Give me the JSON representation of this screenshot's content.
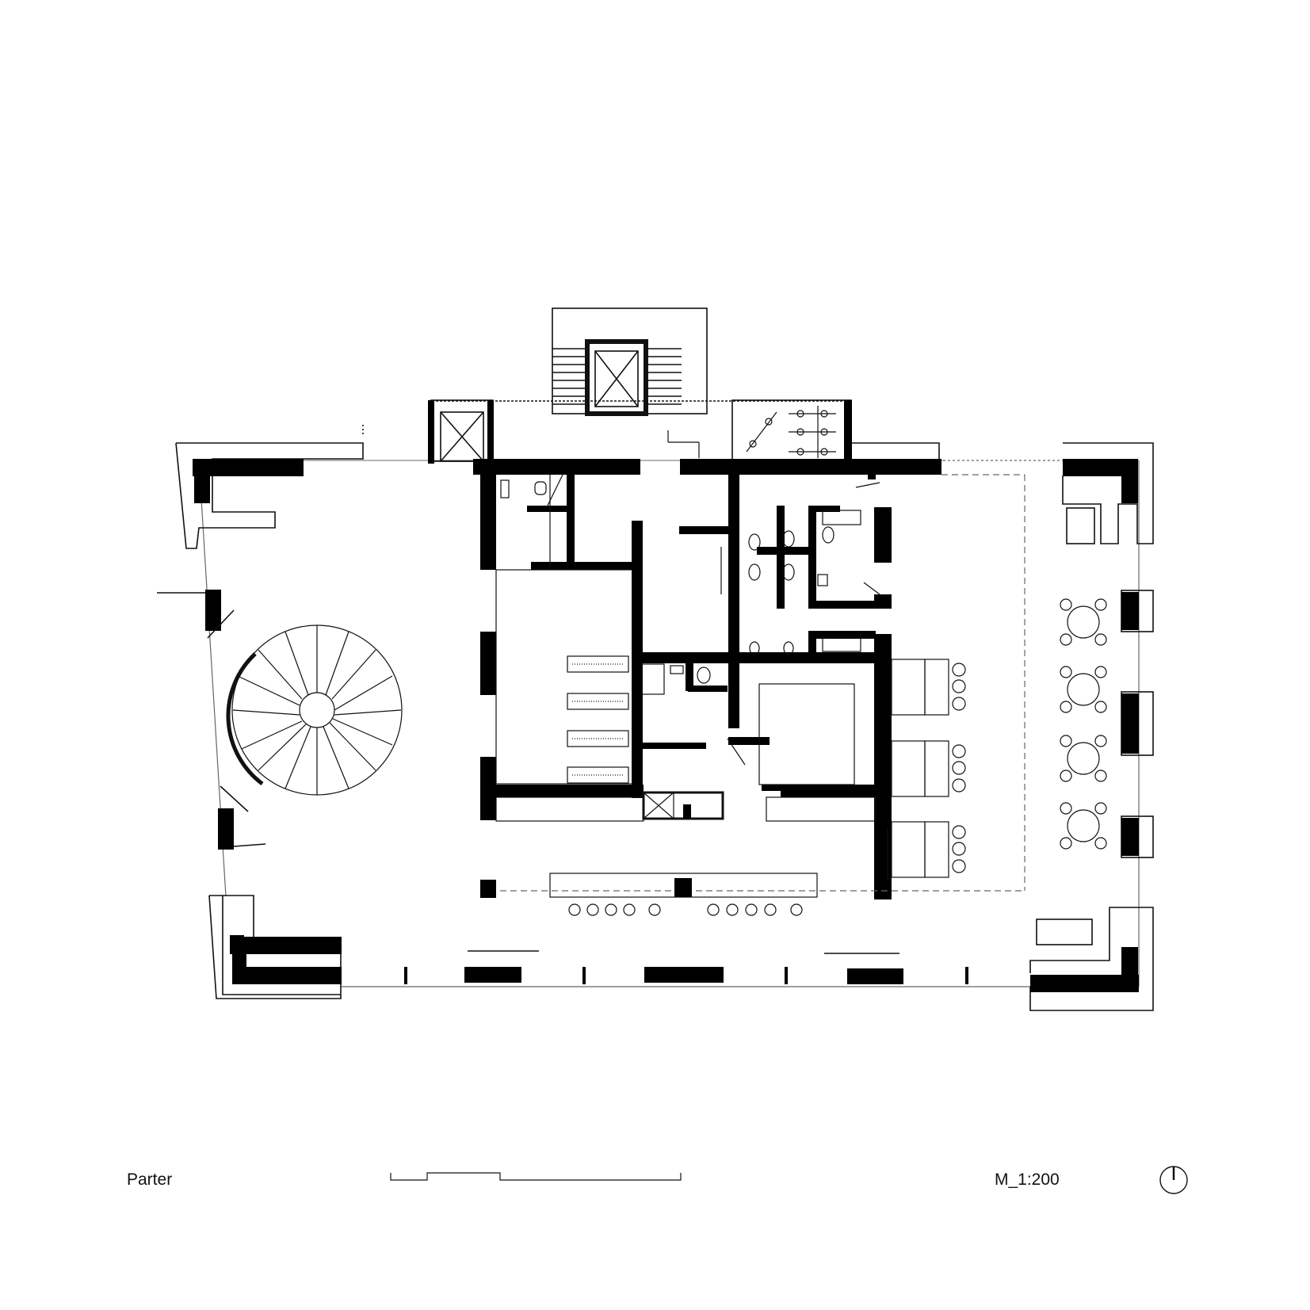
{
  "drawing": {
    "level_label": "Parter",
    "scale_label": "M_1:200",
    "colors": {
      "wall": "#000000",
      "line": "#111111",
      "background": "#ffffff",
      "dashed": "#666666"
    },
    "symbols": {
      "north_arrow": "north-arrow-icon",
      "scale_bar": "scale-bar",
      "spiral_stair": "spiral-stair",
      "stair_core": "stair-core",
      "elevator": "elevator-shaft"
    }
  }
}
